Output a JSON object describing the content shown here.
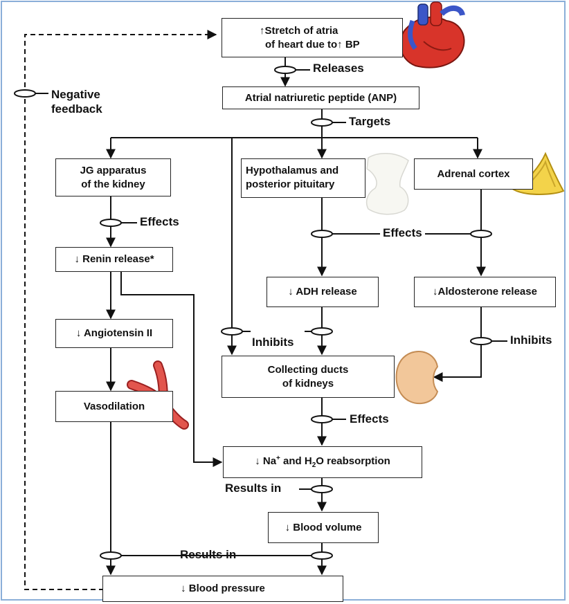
{
  "boxes": {
    "stretch_line1": "↑Stretch of atria",
    "stretch_line2_pre": "of heart due to",
    "stretch_line2_post": "↑ BP",
    "anp": "Atrial natriuretic peptide (ANP)",
    "jg_line1": "JG apparatus",
    "jg_line2": "of the kidney",
    "hypo_line1": "Hypothalamus and",
    "hypo_line2": "posterior pituitary",
    "adrenal": "Adrenal cortex",
    "renin": "↓ Renin release*",
    "adh": "↓ ADH release",
    "aldo": "↓Aldosterone release",
    "angio": "↓ Angiotensin II",
    "collecting_line1": "Collecting ducts",
    "collecting_line2": "of kidneys",
    "vaso": "Vasodilation",
    "na_pre": "↓ Na",
    "na_sup": "+",
    "na_mid": " and H",
    "na_sub": "2",
    "na_post": "O reabsorption",
    "volume": "↓ Blood volume",
    "bp": "↓ Blood pressure"
  },
  "labels": {
    "releases": "Releases",
    "targets": "Targets",
    "negative_feedback_1": "Negative",
    "negative_feedback_2": "feedback",
    "effects_jg": "Effects",
    "effects_mid": "Effects",
    "inhibits_mid": "Inhibits",
    "inhibits_right": "Inhibits",
    "effects_collecting": "Effects",
    "results_in_1": "Results in",
    "results_in_2": "Results in"
  },
  "colors": {
    "frame": "#8aaed8",
    "heart_red": "#d8342a",
    "heart_blue": "#3b56c8",
    "vessel_red": "#e2554d",
    "adrenal_yellow": "#f3d34a",
    "kidney_tan": "#f2c79a"
  },
  "icons": [
    "heart-icon",
    "vessel-icon",
    "pituitary-icon",
    "adrenal-gland-icon",
    "kidney-icon"
  ]
}
